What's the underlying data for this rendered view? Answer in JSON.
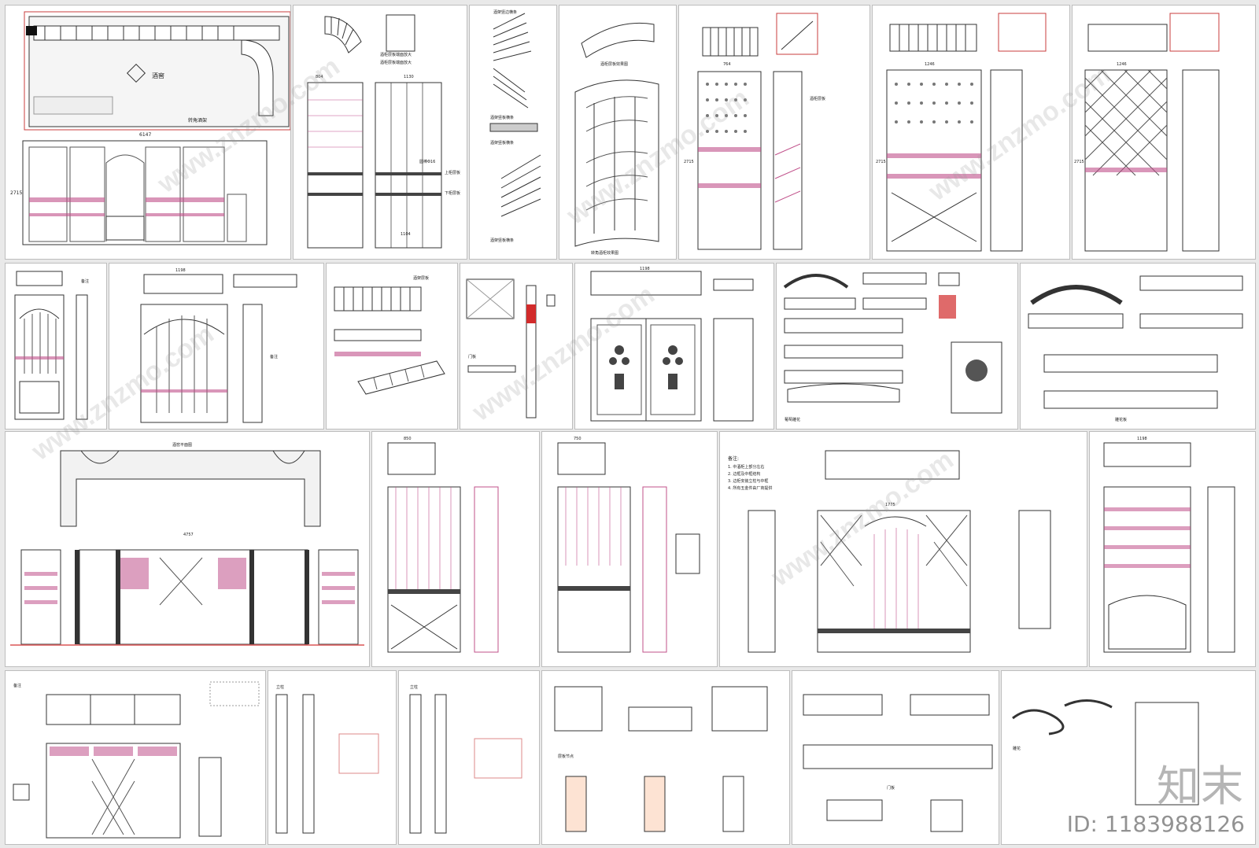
{
  "panels": {
    "p1": {
      "label_hall": "酒窖",
      "label_arch": "转角酒架",
      "dim_top": "6147",
      "dim_h": "2715"
    },
    "p2": {
      "label_top_a": "酒柜层板端面放大",
      "label_top_b": "酒柜层板端面放大",
      "label_mid": "圆棒Φ16",
      "label_up": "上柜层板",
      "label_down": "下柜层板",
      "dim_w1": "804",
      "dim_w2": "1130",
      "dim_w3": "1104"
    },
    "p3": {
      "label_a": "酒架竖边横条",
      "label_b": "酒架竖板横条",
      "label_c": "酒架竖板横条",
      "label_d": "酒架竖板横条",
      "label_e": "转角酒柜效果图",
      "label_f": "酒柜层板效果图"
    },
    "p4": {
      "dim_top": "764",
      "dim_h": "2715",
      "label": "酒柜层板"
    },
    "p5": {
      "dim_top": "1246",
      "dim_h": "2715"
    },
    "p6": {
      "dim_top": "1246",
      "dim_h": "2715"
    },
    "p7": {
      "label": "备注"
    },
    "p8": {
      "dim_top": "1198",
      "label": "备注"
    },
    "p9": {
      "label": "酒架层板"
    },
    "p10": {
      "label": "门板"
    },
    "p11": {
      "dim_top": "1198"
    },
    "p12": {
      "label": "葡萄雕花"
    },
    "p13": {
      "label": "雕花板"
    },
    "p14": {
      "label_top": "酒窖平面图",
      "dim_total": "4757"
    },
    "p15": {
      "dim": "850"
    },
    "p16": {
      "dim": "750"
    },
    "p17": {
      "title": "备注:",
      "notes": [
        "1. 中酒柜上部分左右",
        "2. 边框及中框结构",
        "3. 边柜安装立柱与中框",
        "4. 所有五金件由厂商提供"
      ],
      "dim_total": "1775"
    },
    "p18": {
      "dim": "1198"
    },
    "p19": {
      "label": "备注"
    },
    "p20": {
      "label": "立柱"
    },
    "p21": {
      "label": "立柱"
    },
    "p22": {
      "label": "层板节点"
    },
    "p23": {
      "label": "门板"
    },
    "p24": {
      "label": "雕花"
    }
  },
  "watermarks": [
    "www.znzmo.com",
    "www.znzmo.com",
    "www.znzmo.com",
    "www.znzmo.com",
    "www.znzmo.com",
    "www.znzmo.com"
  ],
  "brand": {
    "logo": "知末",
    "id": "ID: 1183988126"
  },
  "colors": {
    "line": "#333333",
    "accent_pink": "#c0508a",
    "accent_red": "#d22b2b",
    "frame_red": "#c83c3c",
    "dim": "#555555"
  }
}
